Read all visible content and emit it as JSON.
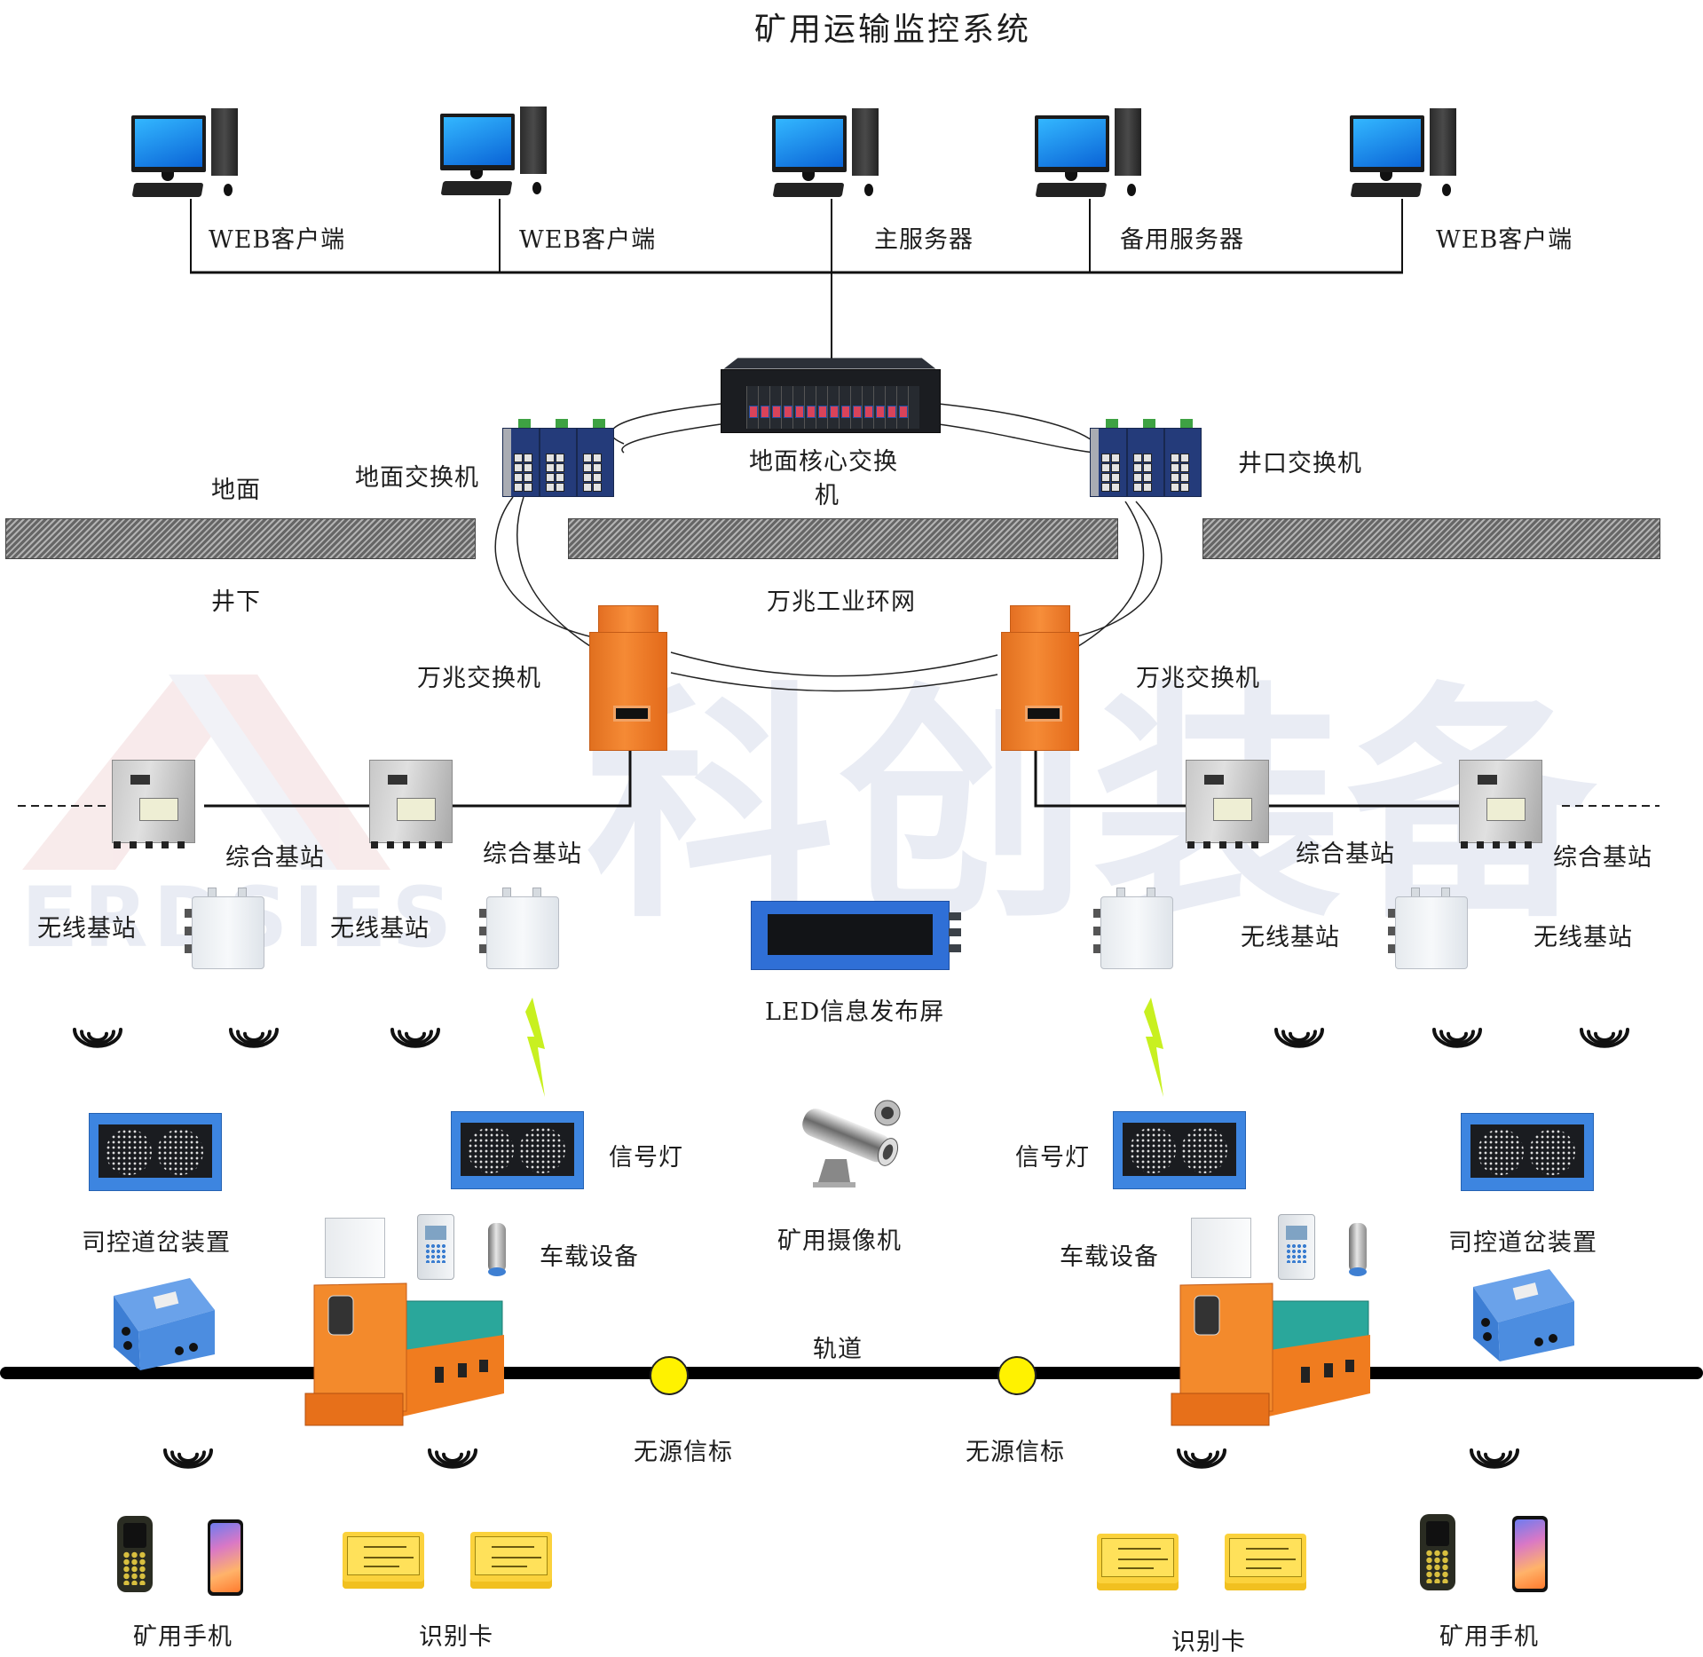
{
  "title": "矿用运输监控系统",
  "watermark": {
    "brand_cn": "科创装备",
    "brand_en": "ERDSIES"
  },
  "surface": {
    "computers": [
      {
        "label": "WEB客户端",
        "role": "web-client"
      },
      {
        "label": "WEB客户端",
        "role": "web-client"
      },
      {
        "label": "主服务器",
        "role": "main-server"
      },
      {
        "label": "备用服务器",
        "role": "backup-server"
      },
      {
        "label": "WEB客户端",
        "role": "web-client"
      }
    ],
    "core_switch_label": "地面核心交换机",
    "ground_switch_label": "地面交换机",
    "shaft_switch_label": "井口交换机",
    "zone_above_label": "地面",
    "zone_below_label": "井下"
  },
  "underground": {
    "ring_network_label": "万兆工业环网",
    "ring_switches": [
      {
        "label": "万兆交换机"
      },
      {
        "label": "万兆交换机"
      }
    ],
    "integrated_stations": [
      {
        "label": "综合基站"
      },
      {
        "label": "综合基站"
      },
      {
        "label": "综合基站"
      },
      {
        "label": "综合基站"
      }
    ],
    "wireless_stations": [
      {
        "label": "无线基站"
      },
      {
        "label": "无线基站"
      },
      {
        "label": "无线基站"
      },
      {
        "label": "无线基站"
      }
    ],
    "led_screen_label": "LED信息发布屏",
    "signal_lights": [
      {
        "label": "信号灯"
      },
      {
        "label": "信号灯"
      }
    ],
    "switch_devices": [
      {
        "label": "司控道岔装置"
      },
      {
        "label": "司控道岔装置"
      }
    ],
    "vehicle_equipment": [
      {
        "label": "车载设备"
      },
      {
        "label": "车载设备"
      }
    ],
    "camera_label": "矿用摄像机",
    "track_label": "轨道",
    "beacons": [
      {
        "label": "无源信标"
      },
      {
        "label": "无源信标"
      }
    ],
    "phones": [
      {
        "label": "矿用手机"
      },
      {
        "label": "矿用手机"
      }
    ],
    "id_cards": [
      {
        "label": "识别卡"
      },
      {
        "label": "识别卡"
      }
    ]
  },
  "colors": {
    "screen_blue": "#1e8cf0",
    "device_blue": "#3d85e0",
    "device_orange": "#f0822e",
    "beacon_yellow": "#fff200",
    "lightning_green": "#c8f020",
    "card_yellow": "#fbd23c"
  }
}
